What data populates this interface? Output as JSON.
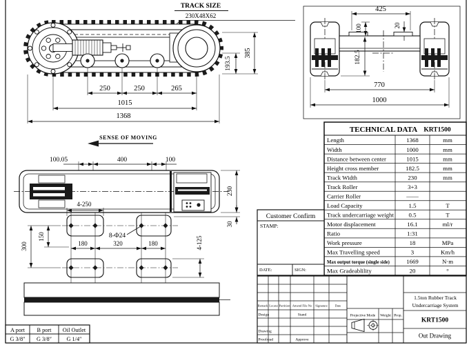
{
  "side_view": {
    "track_size_label": "TRACK SIZE",
    "track_size_value": "230X48X62",
    "dim_roller_1": "250",
    "dim_roller_2": "250",
    "dim_roller_3": "265",
    "dim_center_distance": "1015",
    "dim_total_length": "1368",
    "dim_height_inner": "193.5",
    "dim_height_total": "385"
  },
  "front_view": {
    "dim_top_width": "425",
    "dim_tab_height": "100",
    "dim_tab_offset": "20",
    "dim_member_height": "182.5",
    "dim_track_centers": "770",
    "dim_total_width": "1000"
  },
  "top_view": {
    "sense_label": "SENSE OF MOVING",
    "dim_a": "100.05",
    "dim_b": "400",
    "dim_c": "100",
    "dim_track_width": "230",
    "dim_plate_offset": "30",
    "dim_plate_width": "4-250",
    "dim_holes": "8-Φ24",
    "dim_hole_row": "150",
    "dim_hole_rows": "300",
    "dim_hole_span_1": "180",
    "dim_hole_span_2": "320",
    "dim_hole_span_3": "180",
    "dim_plate_height": "4-125"
  },
  "ports_table": {
    "headers": [
      "A port",
      "B port",
      "Oil Outlet"
    ],
    "values": [
      "G 3/8″",
      "G 3/8″",
      "G 1/4″"
    ]
  },
  "technical_table": {
    "title": "TECHNICAL DATA",
    "model": "KRT1500",
    "rows": [
      {
        "name": "Length",
        "value": "1368",
        "unit": "mm"
      },
      {
        "name": "Width",
        "value": "1000",
        "unit": "mm"
      },
      {
        "name": "Distance between center",
        "value": "1015",
        "unit": "mm"
      },
      {
        "name": "Height cross member",
        "value": "182.5",
        "unit": "mm"
      },
      {
        "name": "Track Width",
        "value": "230",
        "unit": "mm"
      },
      {
        "name": "Track Roller",
        "value": "3+3",
        "unit": ""
      },
      {
        "name": "Carrier Roller",
        "value": "——",
        "unit": ""
      },
      {
        "name": "Load Capacity",
        "value": "1.5",
        "unit": "T"
      },
      {
        "name": "Track undercarriage weight",
        "value": "0.5",
        "unit": "T"
      },
      {
        "name": "Motor displacement",
        "value": "16.1",
        "unit": "ml/r"
      },
      {
        "name": "Ratio",
        "value": "1:31",
        "unit": ""
      },
      {
        "name": "Work pressure",
        "value": "18",
        "unit": "MPa"
      },
      {
        "name": "Max Travelling speed",
        "value": "3",
        "unit": "Km/h"
      },
      {
        "name": "Max output torque (single side)",
        "value": "1669",
        "unit": "N·m"
      },
      {
        "name": "Max Gradeablility",
        "value": "20",
        "unit": "°"
      }
    ]
  },
  "customer_confirm": {
    "title": "Customer Confirm",
    "stamp_label": "STAMP:",
    "date_label": "DATE:",
    "sign_label": "SIGN:"
  },
  "title_block": {
    "col_headers": [
      "Remark",
      "Locate",
      "Partition",
      "Amend File No",
      "Signature",
      "Date"
    ],
    "design_label": "Design",
    "stand_label": "Stand",
    "drawing_label": "Drawing",
    "proofread_label": "Proofread",
    "approve_label": "Approve",
    "projective_mode_label": "Projective Mode",
    "weight_label": "Weight",
    "prop_label": "Prop.",
    "product_name": "1.5ton Rubber Track Undercarriage System",
    "model": "KRT1500",
    "drawing_type": "Out Drawing"
  }
}
